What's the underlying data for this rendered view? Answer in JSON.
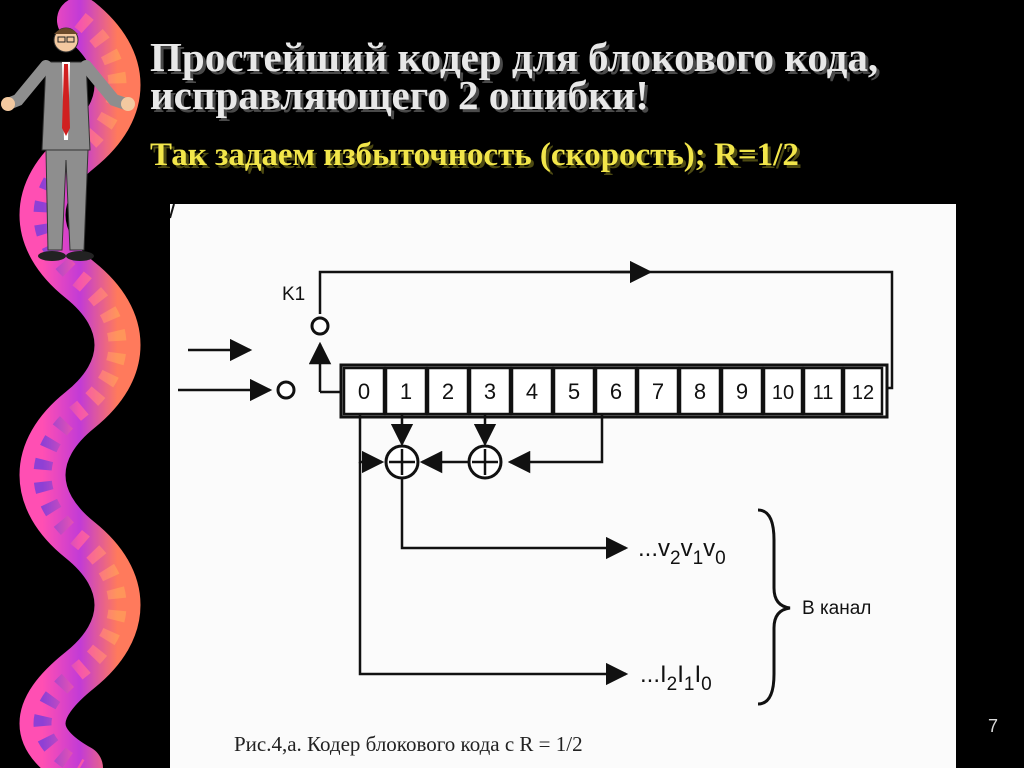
{
  "slide": {
    "title_line1": "Простейший кодер для  блокового кода,",
    "title_line2": "исправляющего 2 ошибки!",
    "subtitle": "Так задаем избыточность (скорость); R=1/2",
    "page_number": "7"
  },
  "diagram": {
    "switch_label": "K1",
    "register_cells": [
      "0",
      "1",
      "2",
      "3",
      "4",
      "5",
      "6",
      "7",
      "8",
      "9",
      "10",
      "11",
      "12"
    ],
    "output_check": "...v",
    "output_check_subs": [
      "2",
      "1",
      "0"
    ],
    "output_info": "...I",
    "output_info_subs": [
      "2",
      "1",
      "0"
    ],
    "channel_label": "В канал",
    "caption": "Рис.4,а. Кодер блокового кода с R = 1/2"
  },
  "colors": {
    "background": "#000000",
    "title": "#e8e8e8",
    "subtitle": "#f2e64a",
    "figure_bg": "#fbfbfb",
    "ink": "#111111"
  }
}
